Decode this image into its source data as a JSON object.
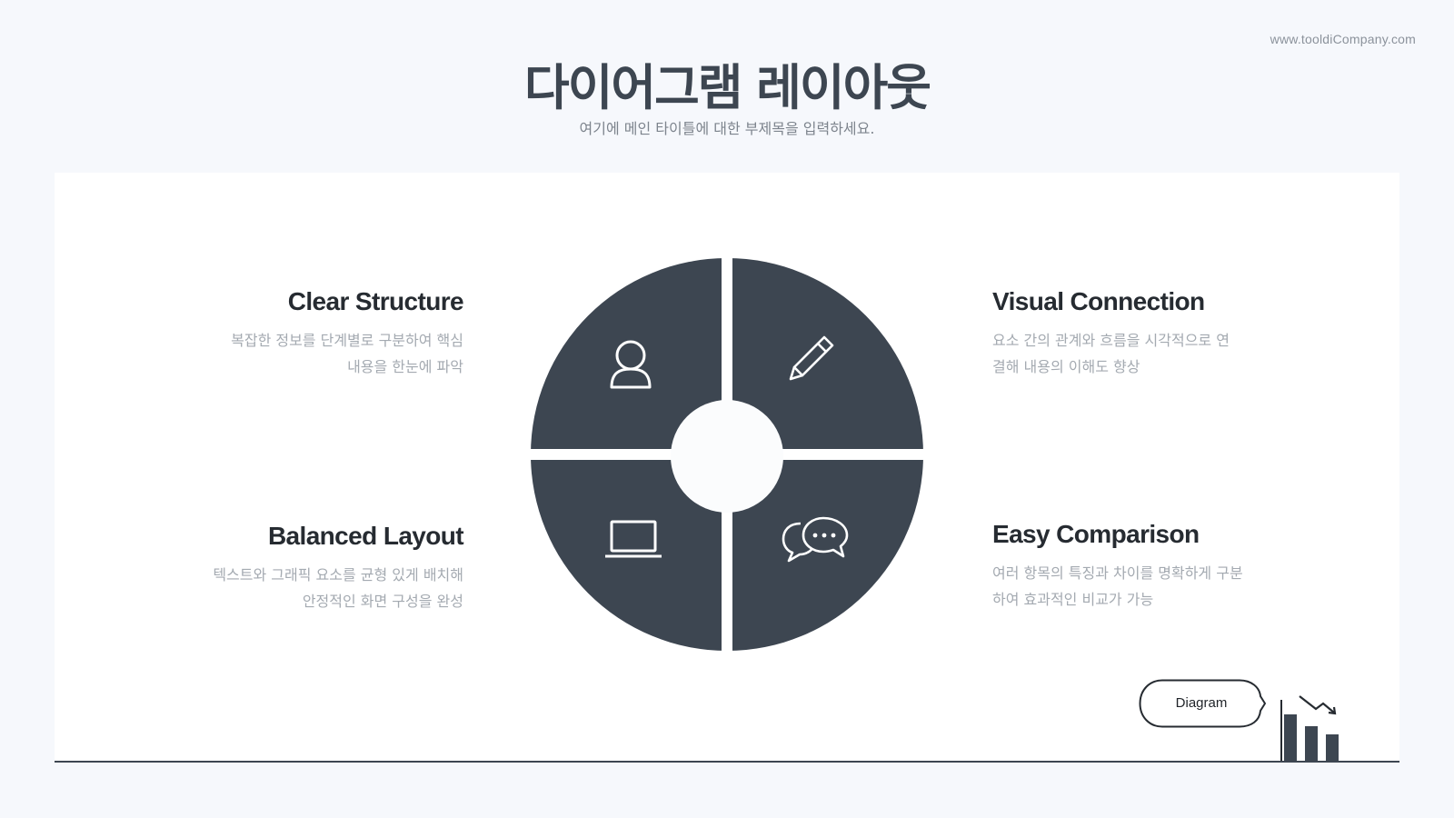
{
  "header": {
    "site_url": "www.tooldiCompany.com",
    "title": "다이어그램 레이아웃",
    "subtitle": "여기에 메인 타이틀에 대한 부제목을 입력하세요."
  },
  "items": {
    "top_left": {
      "title": "Clear Structure",
      "desc": "복잡한 정보를 단계별로 구분하여 핵심\n내용을 한눈에 파악",
      "icon": "user-icon"
    },
    "bottom_left": {
      "title": "Balanced Layout",
      "desc": "텍스트와 그래픽 요소를 균형 있게 배치해\n안정적인 화면 구성을 완성",
      "icon": "laptop-icon"
    },
    "top_right": {
      "title": "Visual Connection",
      "desc": "요소 간의 관계와 흐름을 시각적으로 연\n결해 내용의 이해도 향상",
      "icon": "pencil-icon"
    },
    "bottom_right": {
      "title": "Easy Comparison",
      "desc": "여러 항목의 특징과 차이를 명확하게 구분\n하여 효과적인 비교가 가능",
      "icon": "chat-bubbles-icon"
    }
  },
  "tag": {
    "label": "Diagram"
  },
  "colors": {
    "background": "#f6f8fc",
    "panel": "#ffffff",
    "wheel": "#3d4651",
    "text_dark": "#262b31",
    "text_muted": "#a4aab1"
  }
}
